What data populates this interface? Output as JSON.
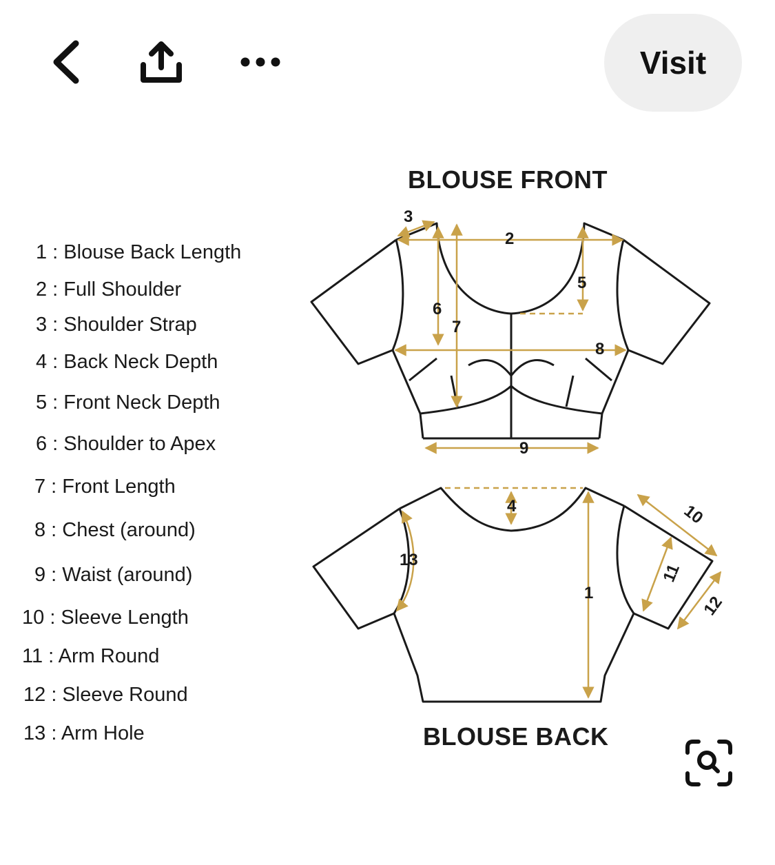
{
  "toolbar": {
    "visit_label": "Visit",
    "icons": [
      "chevron-left-icon",
      "share-upload-icon",
      "more-horizontal-icon",
      "visual-search-icon"
    ]
  },
  "pin": {
    "front_title": "BLOUSE FRONT",
    "back_title": "BLOUSE BACK",
    "legend": [
      "1 : Blouse Back Length",
      "2 : Full Shoulder",
      "3 : Shoulder Strap",
      "4 : Back Neck Depth",
      "5 : Front Neck Depth",
      "6 : Shoulder to Apex",
      "7 : Front Length",
      "8 : Chest (around)",
      "9 : Waist (around)",
      "10 : Sleeve Length",
      "11 : Arm Round",
      "12 : Sleeve Round",
      "13 : Arm Hole"
    ],
    "diagram_labels": [
      "1",
      "2",
      "3",
      "4",
      "5",
      "6",
      "7",
      "8",
      "9",
      "10",
      "11",
      "12",
      "13"
    ]
  },
  "colors": {
    "outline": "#1a1a1a",
    "measure": "#c9a24a",
    "visit_bg": "#efefef"
  }
}
